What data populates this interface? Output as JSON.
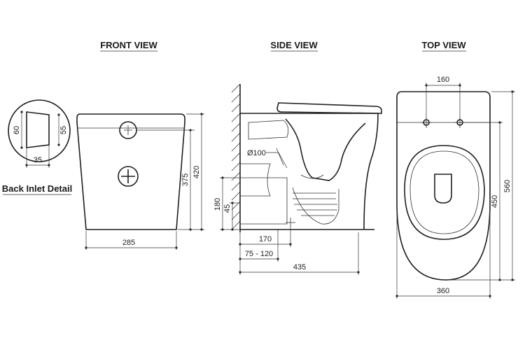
{
  "views": {
    "front": {
      "title": "FRONT VIEW"
    },
    "side": {
      "title": "SIDE VIEW"
    },
    "top": {
      "title": "TOP VIEW"
    }
  },
  "back_inlet_detail": {
    "title": "Back Inlet Detail",
    "dims": {
      "height_left": "60",
      "height_right": "55",
      "width": "35"
    }
  },
  "front_dims": {
    "width": "285",
    "height_outer": "420",
    "height_inlet": "375"
  },
  "side_dims": {
    "pipe_diameter": "Ø100",
    "outlet_height": "180",
    "outlet_center": "45",
    "outlet_setback": "170",
    "wall_range": "75 - 120",
    "depth": "435"
  },
  "top_dims": {
    "fixing_spacing": "160",
    "width": "360",
    "length": "560",
    "seat_length": "450"
  },
  "colors": {
    "line": "#1f1f1f",
    "background": "#ffffff"
  }
}
